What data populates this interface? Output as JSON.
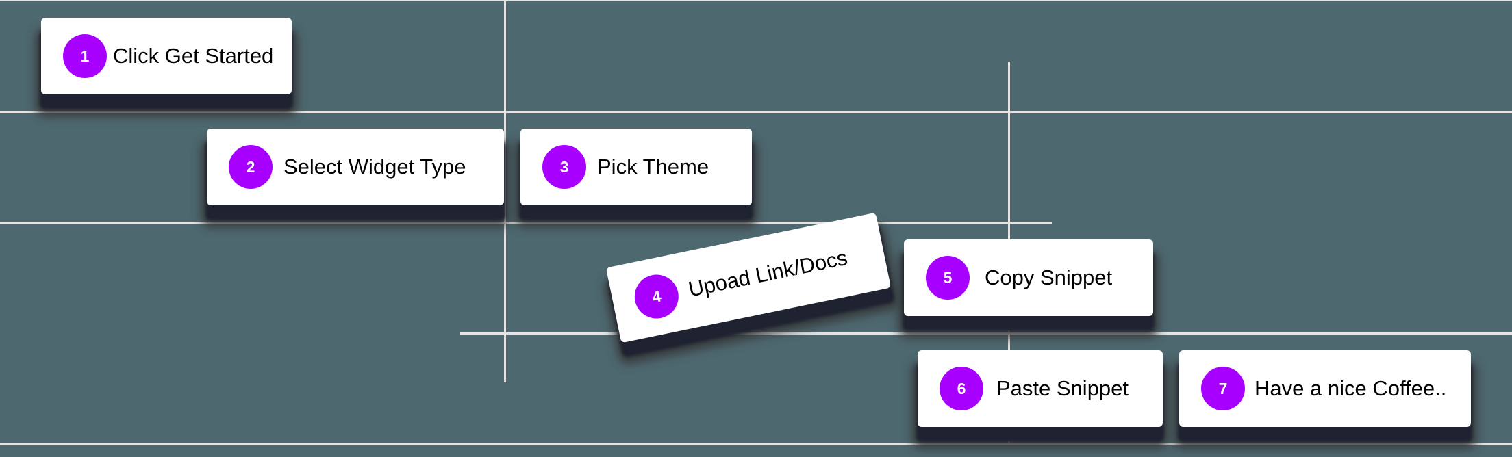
{
  "colors": {
    "background": "#4e6870",
    "grid_line": "#e4e4e4",
    "card": "#ffffff",
    "badge": "#a800ff",
    "shadow": "#1f2331"
  },
  "steps": [
    {
      "number": "1",
      "label": "Click Get Started"
    },
    {
      "number": "2",
      "label": "Select Widget Type"
    },
    {
      "number": "3",
      "label": "Pick Theme"
    },
    {
      "number": "4",
      "label": "Upoad Link/Docs"
    },
    {
      "number": "5",
      "label": "Copy Snippet"
    },
    {
      "number": "6",
      "label": "Paste Snippet"
    },
    {
      "number": "7",
      "label": "Have a nice Coffee.."
    }
  ]
}
